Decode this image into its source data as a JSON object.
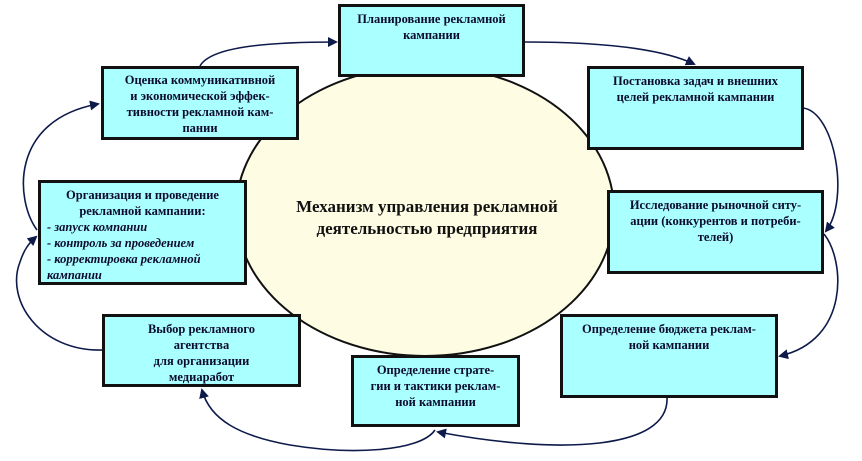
{
  "center": {
    "line1": "Механизм управления рекламной",
    "line2": "деятельностью предприятия"
  },
  "steps": [
    {
      "lines": [
        "Планирование рекламной",
        "кампании"
      ]
    },
    {
      "lines": [
        "Постановка задач и внешних",
        "целей рекламной кампании"
      ]
    },
    {
      "lines": [
        "Исследование рыночной ситу-",
        "ации (конкурентов и потреби-",
        "телей)"
      ]
    },
    {
      "lines": [
        "Определение бюджета реклам-",
        "ной кампании"
      ]
    },
    {
      "lines": [
        "Определение страте-",
        "гии и тактики реклам-",
        "ной кампании"
      ]
    },
    {
      "lines": [
        "Выбор рекламного",
        "агентства",
        "для организации",
        "медиаработ"
      ]
    },
    {
      "lines": [
        "Организация и проведение",
        "рекламной кампании:"
      ],
      "bullets": [
        "- запуск компании",
        "- контроль за проведением",
        "- корректировка рекламной",
        "кампании"
      ]
    },
    {
      "lines": [
        "Оценка коммуникативной",
        "и экономической эффек-",
        "тивности рекламной кам-",
        "пании"
      ]
    }
  ],
  "colors": {
    "box": "#aaffff",
    "ellipse": "#fefde4",
    "arrow": "#0d1a4a"
  }
}
